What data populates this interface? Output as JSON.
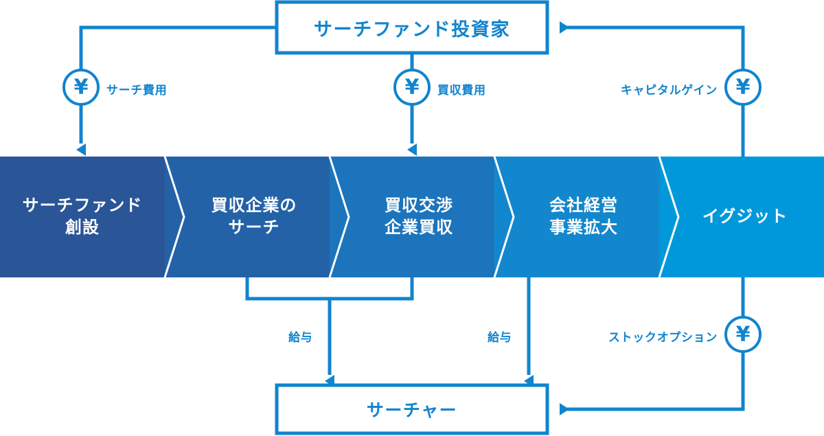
{
  "diagram": {
    "title_box": {
      "label": "サーチファンド投資家",
      "text_color": "#1184CE",
      "border_color": "#1184CE"
    },
    "searcher_box": {
      "label": "サーチャー",
      "text_color": "#1184CE",
      "border_color": "#1184CE"
    },
    "steps": [
      {
        "label_line1": "サーチファンド",
        "label_line2": "創設",
        "color": "#2A5597"
      },
      {
        "label_line1": "買収企業の",
        "label_line2": "サーチ",
        "color": "#2462A8"
      },
      {
        "label_line1": "買収交渉",
        "label_line2": "企業買収",
        "color": "#1C74BC"
      },
      {
        "label_line1": "会社経営",
        "label_line2": "事業拡大",
        "color": "#1387CD"
      },
      {
        "label_line1": "イグジット",
        "label_line2": "",
        "color": "#0098DB"
      }
    ],
    "flows": [
      {
        "label": "サーチ費用",
        "icon": "yen-circle-icon",
        "from": "サーチファンド投資家",
        "to": "サーチファンド創設"
      },
      {
        "label": "買収費用",
        "icon": "yen-circle-icon",
        "from": "サーチファンド投資家",
        "to": "買収交渉企業買収"
      },
      {
        "label": "キャピタルゲイン",
        "icon": "yen-circle-icon",
        "from": "イグジット",
        "to": "サーチファンド投資家"
      },
      {
        "label": "給与",
        "icon": "",
        "from": "買収企業のサーチ",
        "to": "サーチャー"
      },
      {
        "label": "給与",
        "icon": "",
        "from": "会社経営事業拡大",
        "to": "サーチャー"
      },
      {
        "label": "ストックオプション",
        "icon": "yen-circle-icon",
        "from": "イグジット",
        "to": "サーチャー"
      }
    ],
    "accent_color": "#1184CE",
    "yen_symbol": "¥"
  }
}
